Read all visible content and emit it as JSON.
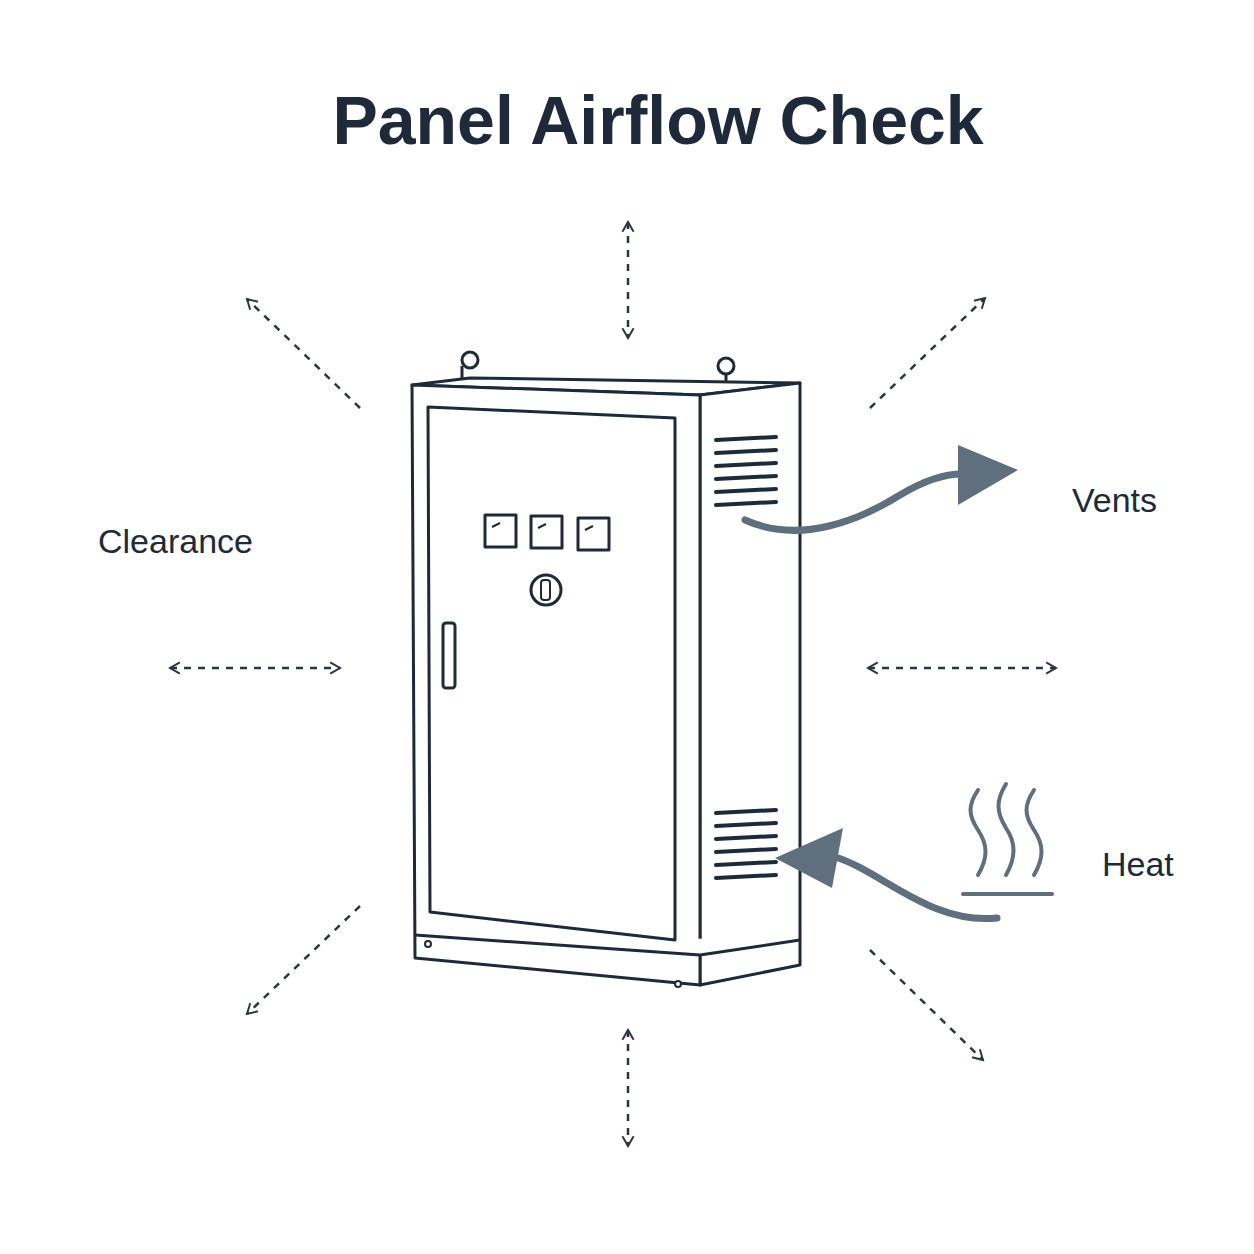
{
  "diagram": {
    "title": "Panel Airflow Check",
    "labels": [
      "Clearance",
      "Vents",
      "Heat"
    ]
  }
}
